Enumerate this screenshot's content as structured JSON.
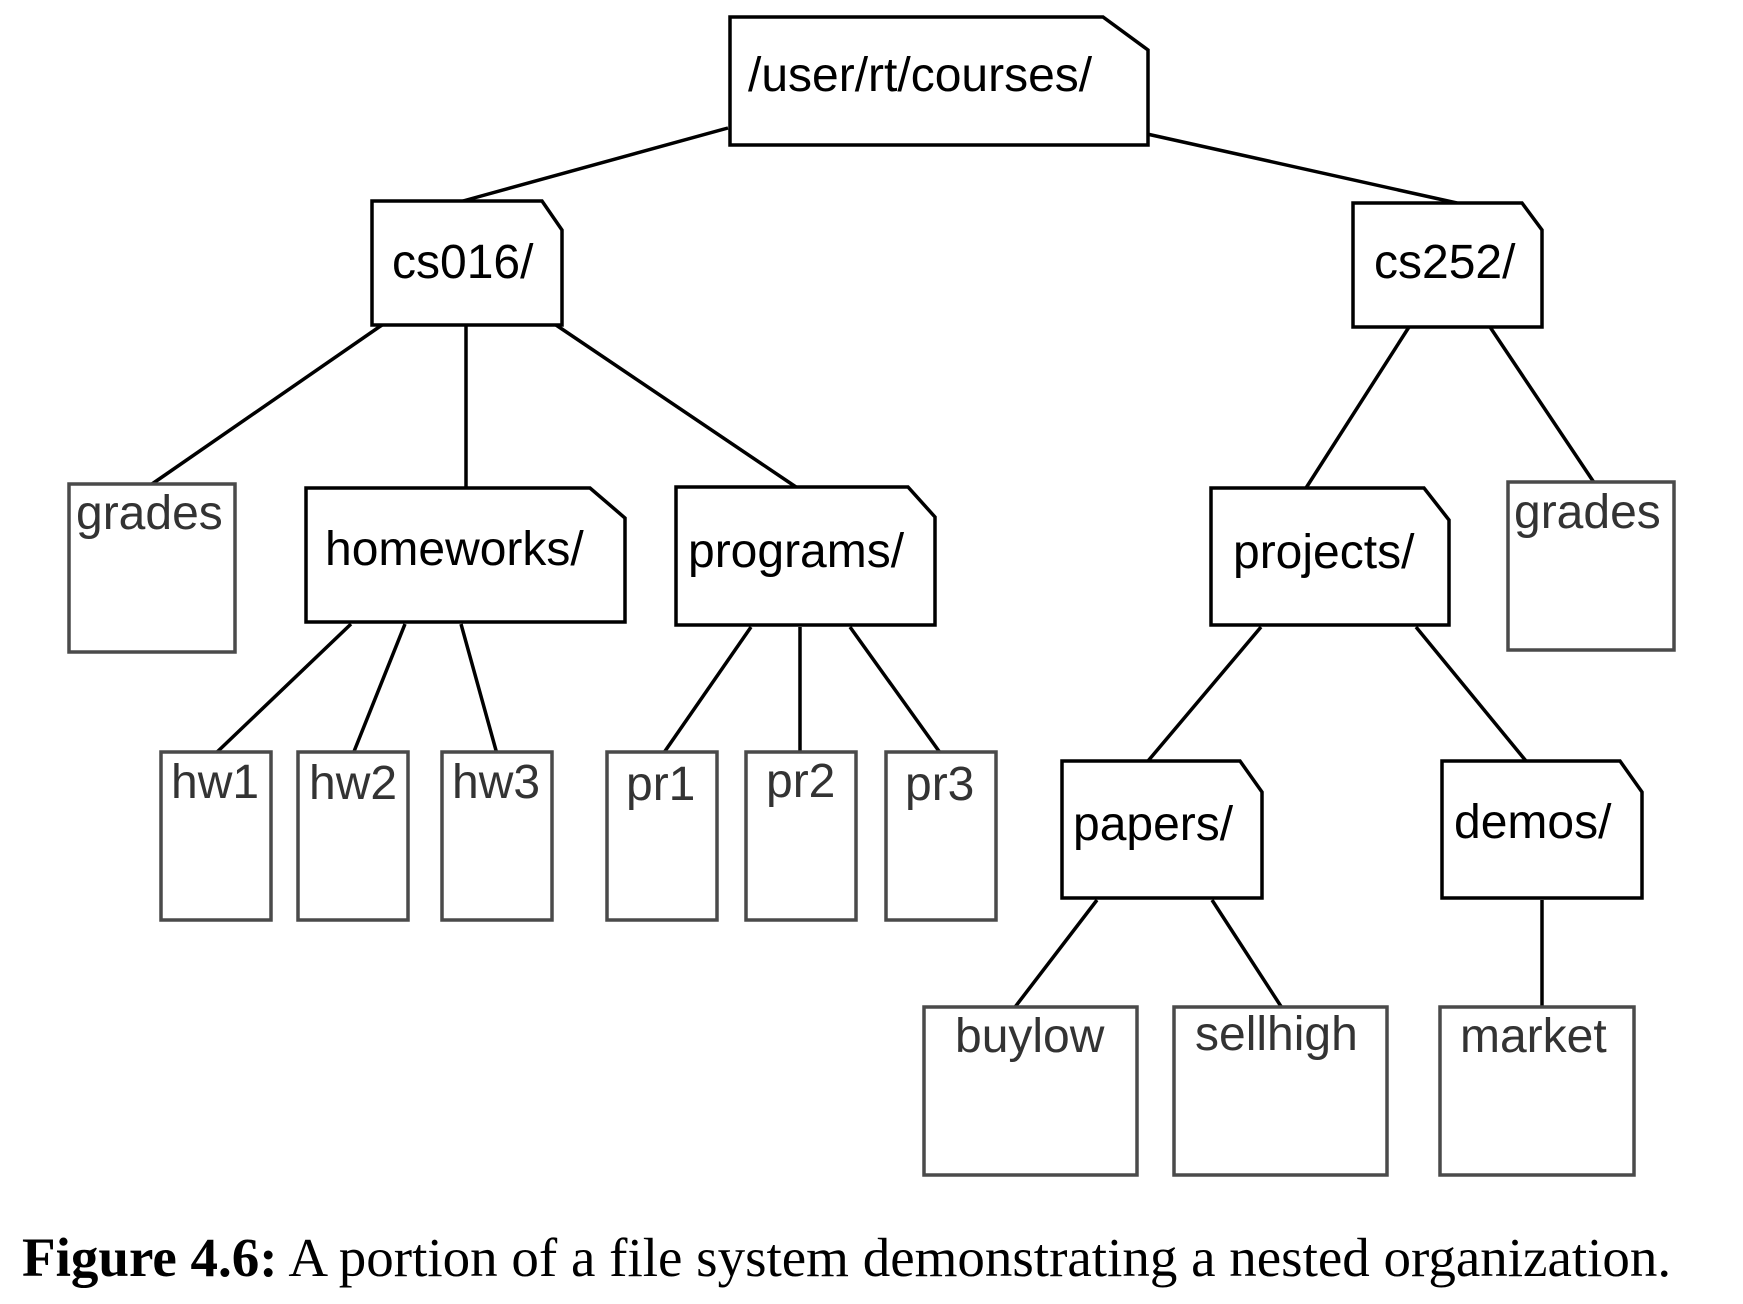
{
  "diagram": {
    "root": "/user/rt/courses/",
    "cs016": {
      "name": "cs016/",
      "grades": "grades",
      "homeworks": {
        "name": "homeworks/",
        "files": [
          "hw1",
          "hw2",
          "hw3"
        ]
      },
      "programs": {
        "name": "programs/",
        "files": [
          "pr1",
          "pr2",
          "pr3"
        ]
      }
    },
    "cs252": {
      "name": "cs252/",
      "grades": "grades",
      "projects": {
        "name": "projects/",
        "papers": {
          "name": "papers/",
          "files": [
            "buylow",
            "sellhigh"
          ]
        },
        "demos": {
          "name": "demos/",
          "files": [
            "market"
          ]
        }
      }
    }
  },
  "caption": {
    "label": "Figure 4.6:",
    "text": " A portion of a file system demonstrating a nested organization."
  }
}
